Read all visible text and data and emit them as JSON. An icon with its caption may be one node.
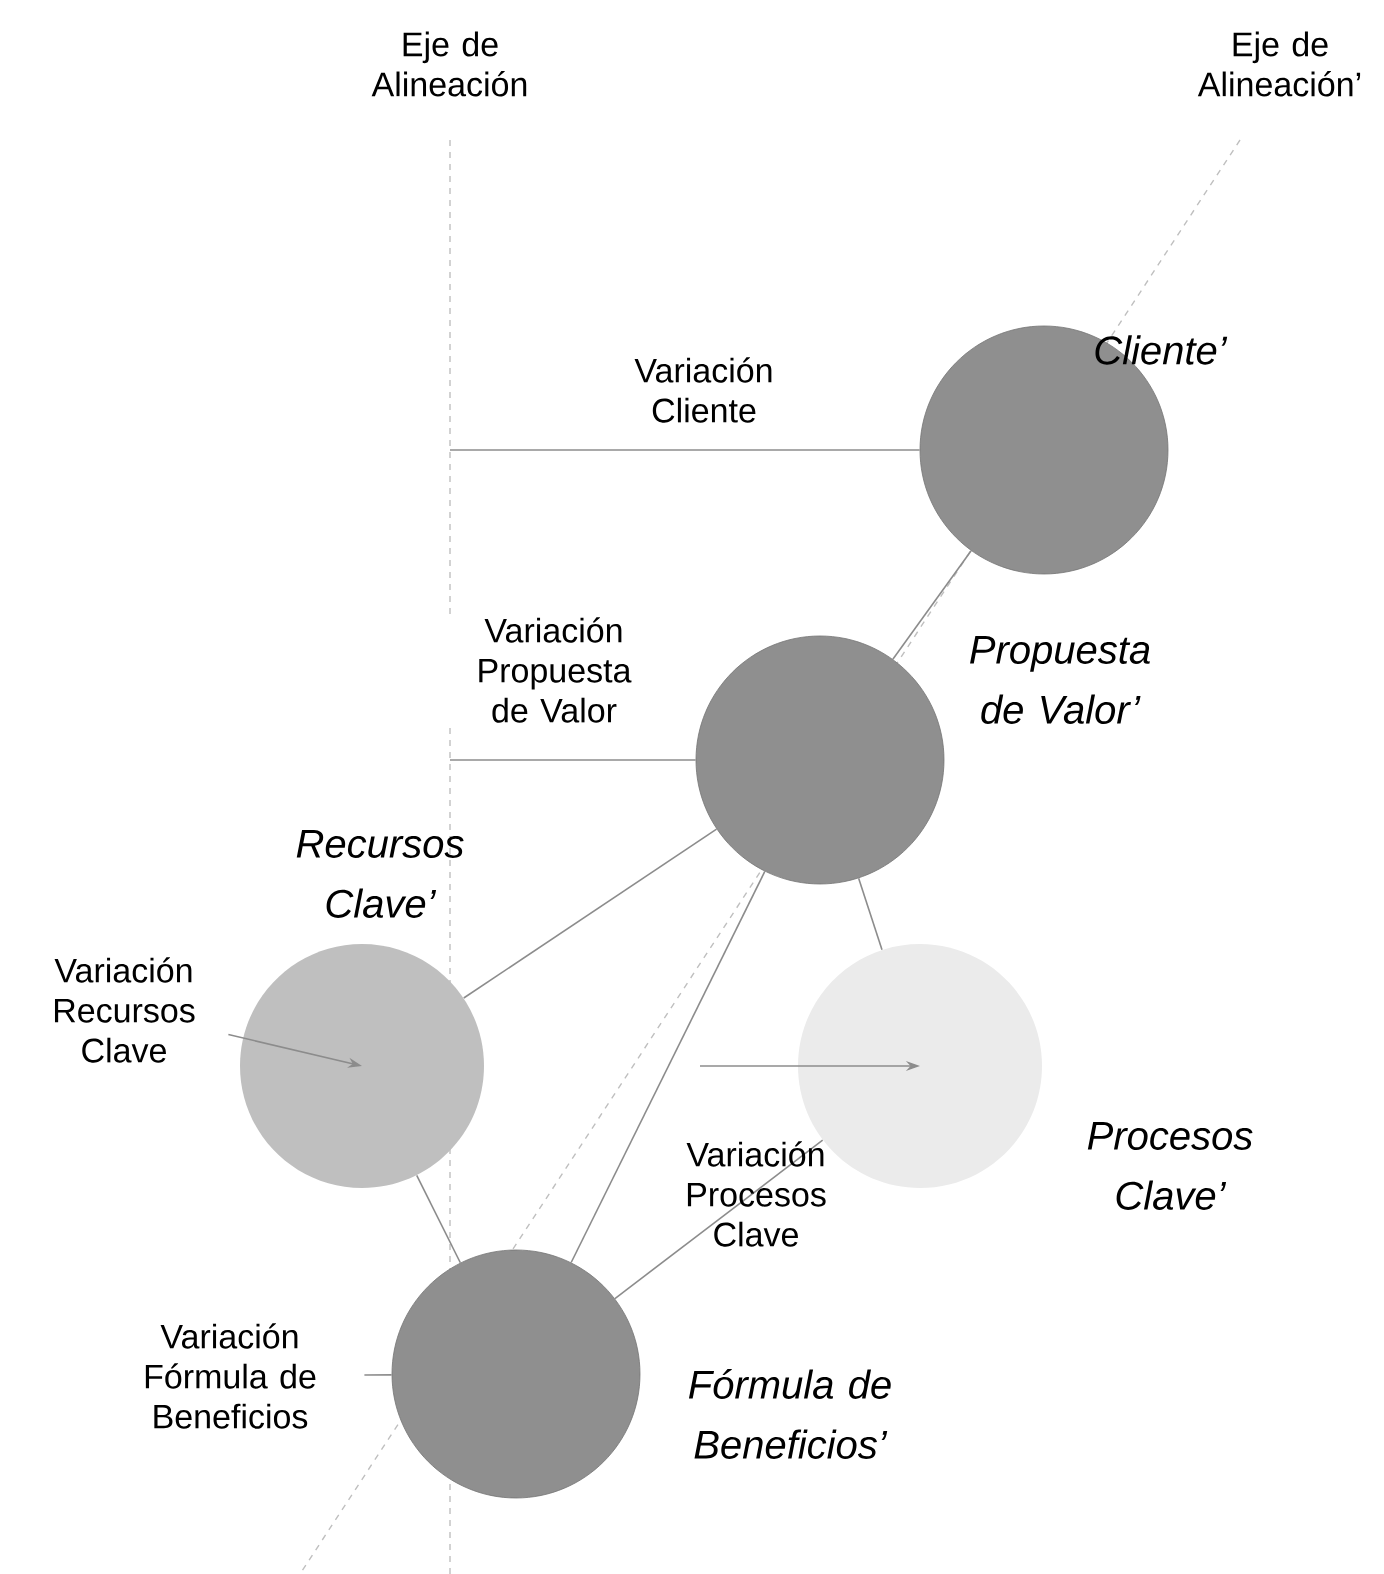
{
  "diagram": {
    "nodes": [
      {
        "text": [],
        "shape": "circle",
        "beside": [
          "Cliente’"
        ]
      },
      {
        "text": [],
        "shape": "circle",
        "beside": [
          "Propuesta de Valor’"
        ]
      },
      {
        "text": [],
        "shape": "circle",
        "beside": [
          "Recursos Clave’"
        ]
      },
      {
        "text": [],
        "shape": "circle",
        "beside": [
          "Procesos Clave’"
        ]
      },
      {
        "text": [
          "Variación Recursos Clave"
        ]
      },
      {
        "text": [],
        "shape": "circle",
        "beside": [
          "Fórmula de Beneficios’"
        ]
      },
      {
        "text": [
          "Variación Fórmula de Beneficios"
        ]
      }
    ],
    "edges": [
      {
        "from": null,
        "to": 0,
        "arrow": "none",
        "label": "Variación Cliente"
      },
      {
        "from": null,
        "to": 1,
        "arrow": "none",
        "label": "Variación Propuesta de Valor"
      },
      {
        "from": 0,
        "to": 1,
        "arrow": "none"
      },
      {
        "from": 1,
        "to": 2,
        "arrow": "none"
      },
      {
        "from": 1,
        "to": 3,
        "arrow": "none"
      },
      {
        "from": 1,
        "to": 5,
        "arrow": "none"
      },
      {
        "from": 2,
        "to": 5,
        "arrow": "none"
      },
      {
        "from": 3,
        "to": 5,
        "arrow": "none"
      },
      {
        "from": 4,
        "to": 2,
        "arrow": "to"
      },
      {
        "from": null,
        "to": 3,
        "arrow": "to"
      },
      {
        "from": 6,
        "to": 5,
        "arrow": "none"
      }
    ],
    "labels": [
      "Eje de Alineación",
      "Eje de Alineación’",
      "Variación Procesos Clave"
    ]
  }
}
